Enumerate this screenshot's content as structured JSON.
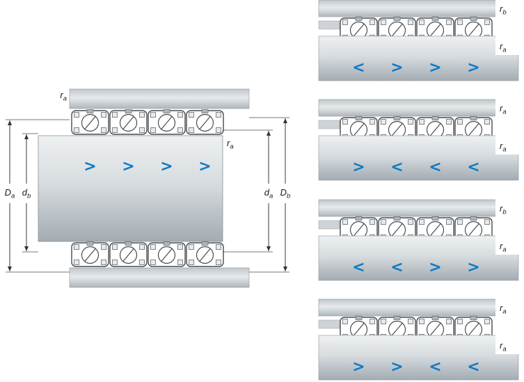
{
  "colors": {
    "chevron_blue": "#0e7ac4",
    "metal_light": "#e9ecee",
    "metal_dark": "#a8b1b8",
    "line_dark": "#464b50"
  },
  "left_diagram": {
    "label_ra_top": {
      "base": "r",
      "sub": "a"
    },
    "label_ra_right": {
      "base": "r",
      "sub": "a"
    },
    "dim_Da": {
      "base": "D",
      "sub": "a"
    },
    "dim_db": {
      "base": "d",
      "sub": "b"
    },
    "dim_da": {
      "base": "d",
      "sub": "a"
    },
    "dim_Db": {
      "base": "D",
      "sub": "b"
    },
    "arrows": [
      ">",
      ">",
      ">",
      ">"
    ]
  },
  "right_diagrams": [
    {
      "label_top": {
        "base": "r",
        "sub": "b"
      },
      "label_side": {
        "base": "r",
        "sub": "a"
      },
      "arrows": [
        "<",
        ">",
        ">",
        ">"
      ]
    },
    {
      "label_top": {
        "base": "r",
        "sub": "a"
      },
      "label_side": {
        "base": "r",
        "sub": "a"
      },
      "arrows": [
        ">",
        "<",
        "<",
        "<"
      ]
    },
    {
      "label_top": {
        "base": "r",
        "sub": "b"
      },
      "label_side": {
        "base": "r",
        "sub": "a"
      },
      "arrows": [
        "<",
        "<",
        ">",
        ">"
      ]
    },
    {
      "label_top": {
        "base": "r",
        "sub": "a"
      },
      "label_side": {
        "base": "r",
        "sub": "a"
      },
      "arrows": [
        ">",
        ">",
        "<",
        "<"
      ]
    }
  ]
}
